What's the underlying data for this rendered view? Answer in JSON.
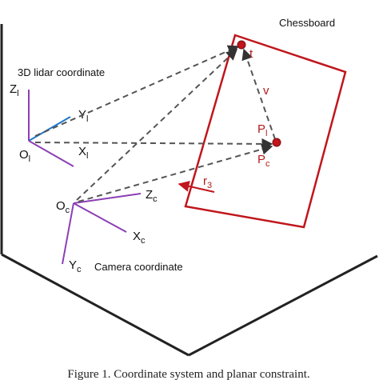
{
  "header_text": "",
  "chessboard": {
    "label": "Chessboard",
    "color": "#c0161c"
  },
  "lidar_frame": {
    "label": "3D lidar coordinate",
    "origin": {
      "main": "O",
      "sub": "l"
    },
    "z_axis": {
      "main": "Z",
      "sub": "l"
    },
    "y_axis": {
      "main": "Y",
      "sub": "l"
    },
    "x_axis": {
      "main": "X",
      "sub": "l"
    }
  },
  "camera_frame": {
    "label": "Camera coordinate",
    "origin": {
      "main": "O",
      "sub": "c"
    },
    "z_axis": {
      "main": "Z",
      "sub": "c"
    },
    "x_axis": {
      "main": "X",
      "sub": "c"
    },
    "y_axis": {
      "main": "Y",
      "sub": "c"
    }
  },
  "points": {
    "t": "t",
    "v": "v",
    "P_l": {
      "main": "P",
      "sub": "l"
    },
    "P_c": {
      "main": "P",
      "sub": "c"
    },
    "r3": {
      "main": "r",
      "sub": "3"
    }
  },
  "caption": "Figure 1. Coordinate system and planar constraint.",
  "colors": {
    "purple_axis": "#8b3fb5",
    "blue_axis": "#1f77c9",
    "dashed_arrow": "#555555",
    "red": "#c0161c",
    "floor_line": "#222222"
  }
}
